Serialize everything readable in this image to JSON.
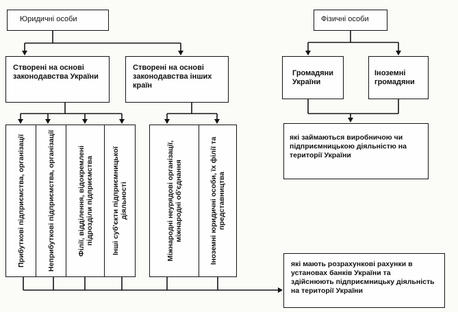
{
  "legal_entities": "Юридичні особи",
  "natural_persons": "Фізичні особи",
  "created_ukraine": "Створені на основі законодавства України",
  "created_foreign": "Створені на основі законодавства інших країн",
  "citizens_ukraine": "Громадяни України",
  "foreign_citizens": "Іноземні громадяни",
  "engaged_text": "які займаються виробничою чи підприємницькою діяльністю на території України",
  "accounts_text": "які мають розрахункові рахунки в установах банків України та здійснюють підприємницьку діяльність на території України",
  "vertical": {
    "profit": "Прибуткові підприємства, організації",
    "nonprofit": "Неприбуткові підприємства, організації",
    "branches": "Філії, відділення, відокремлені підрозділи підприємства",
    "other_subjects": "Інші суб'єкти підприємницької діяльності",
    "interstate": "Міжнародні неурядові організації, міжнародні об'єднання",
    "foreign_legal": "Іноземні юридичні особи, їх філії та представництва"
  }
}
